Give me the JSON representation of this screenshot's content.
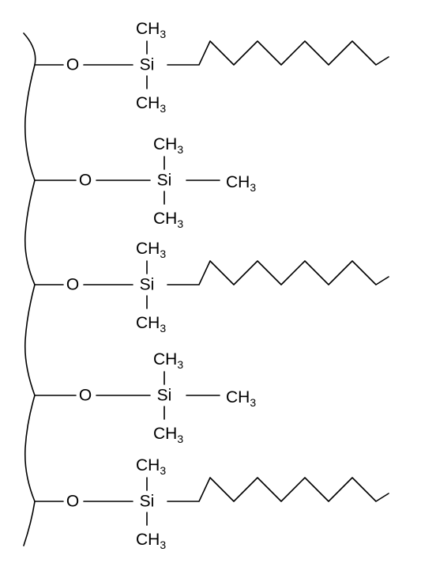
{
  "structure": {
    "groups": [
      {
        "type": "octyl",
        "oxygen": "O",
        "silicon": "Si",
        "top": {
          "base": "CH",
          "sub": "3"
        },
        "bottom": {
          "base": "CH",
          "sub": "3"
        },
        "right": null
      },
      {
        "type": "trimethyl",
        "oxygen": "O",
        "silicon": "Si",
        "top": {
          "base": "CH",
          "sub": "3"
        },
        "bottom": {
          "base": "CH",
          "sub": "3"
        },
        "right": {
          "base": "CH",
          "sub": "3"
        }
      },
      {
        "type": "octyl",
        "oxygen": "O",
        "silicon": "Si",
        "top": {
          "base": "CH",
          "sub": "3"
        },
        "bottom": {
          "base": "CH",
          "sub": "3"
        },
        "right": null
      },
      {
        "type": "trimethyl",
        "oxygen": "O",
        "silicon": "Si",
        "top": {
          "base": "CH",
          "sub": "3"
        },
        "bottom": {
          "base": "CH",
          "sub": "3"
        },
        "right": {
          "base": "CH",
          "sub": "3"
        }
      },
      {
        "type": "octyl",
        "oxygen": "O",
        "silicon": "Si",
        "top": {
          "base": "CH",
          "sub": "3"
        },
        "bottom": {
          "base": "CH",
          "sub": "3"
        },
        "right": null
      }
    ]
  }
}
